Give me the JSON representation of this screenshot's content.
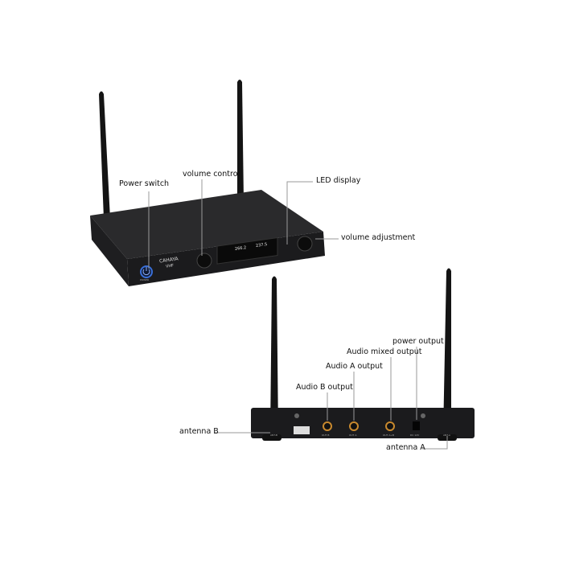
{
  "labels": {
    "power_switch": "Power switch",
    "volume_control": "volume control",
    "led_display": "LED display",
    "volume_adjustment": "volume adjustment",
    "power_output": "power output",
    "audio_mixed_output": "Audio mixed output",
    "audio_a_output": "Audio A output",
    "audio_b_output": "Audio B output",
    "antenna_b": "antenna B",
    "antenna_a": "antenna A"
  },
  "device": {
    "brand": "CAHAYA",
    "band": "VHF",
    "freq_a": "266.2",
    "freq_b": "237.5",
    "power_caption": "POWER",
    "ports": [
      "OUT B",
      "OUT A",
      "OUT A+B",
      "DC 12V"
    ],
    "ant_b": "ANT-B",
    "ant_a": "ANT-A"
  },
  "colors": {
    "body": "#1b1b1d",
    "power_ring": "#3a6fd8",
    "jack": "#c8892e",
    "leader": "#9a9a9a"
  }
}
